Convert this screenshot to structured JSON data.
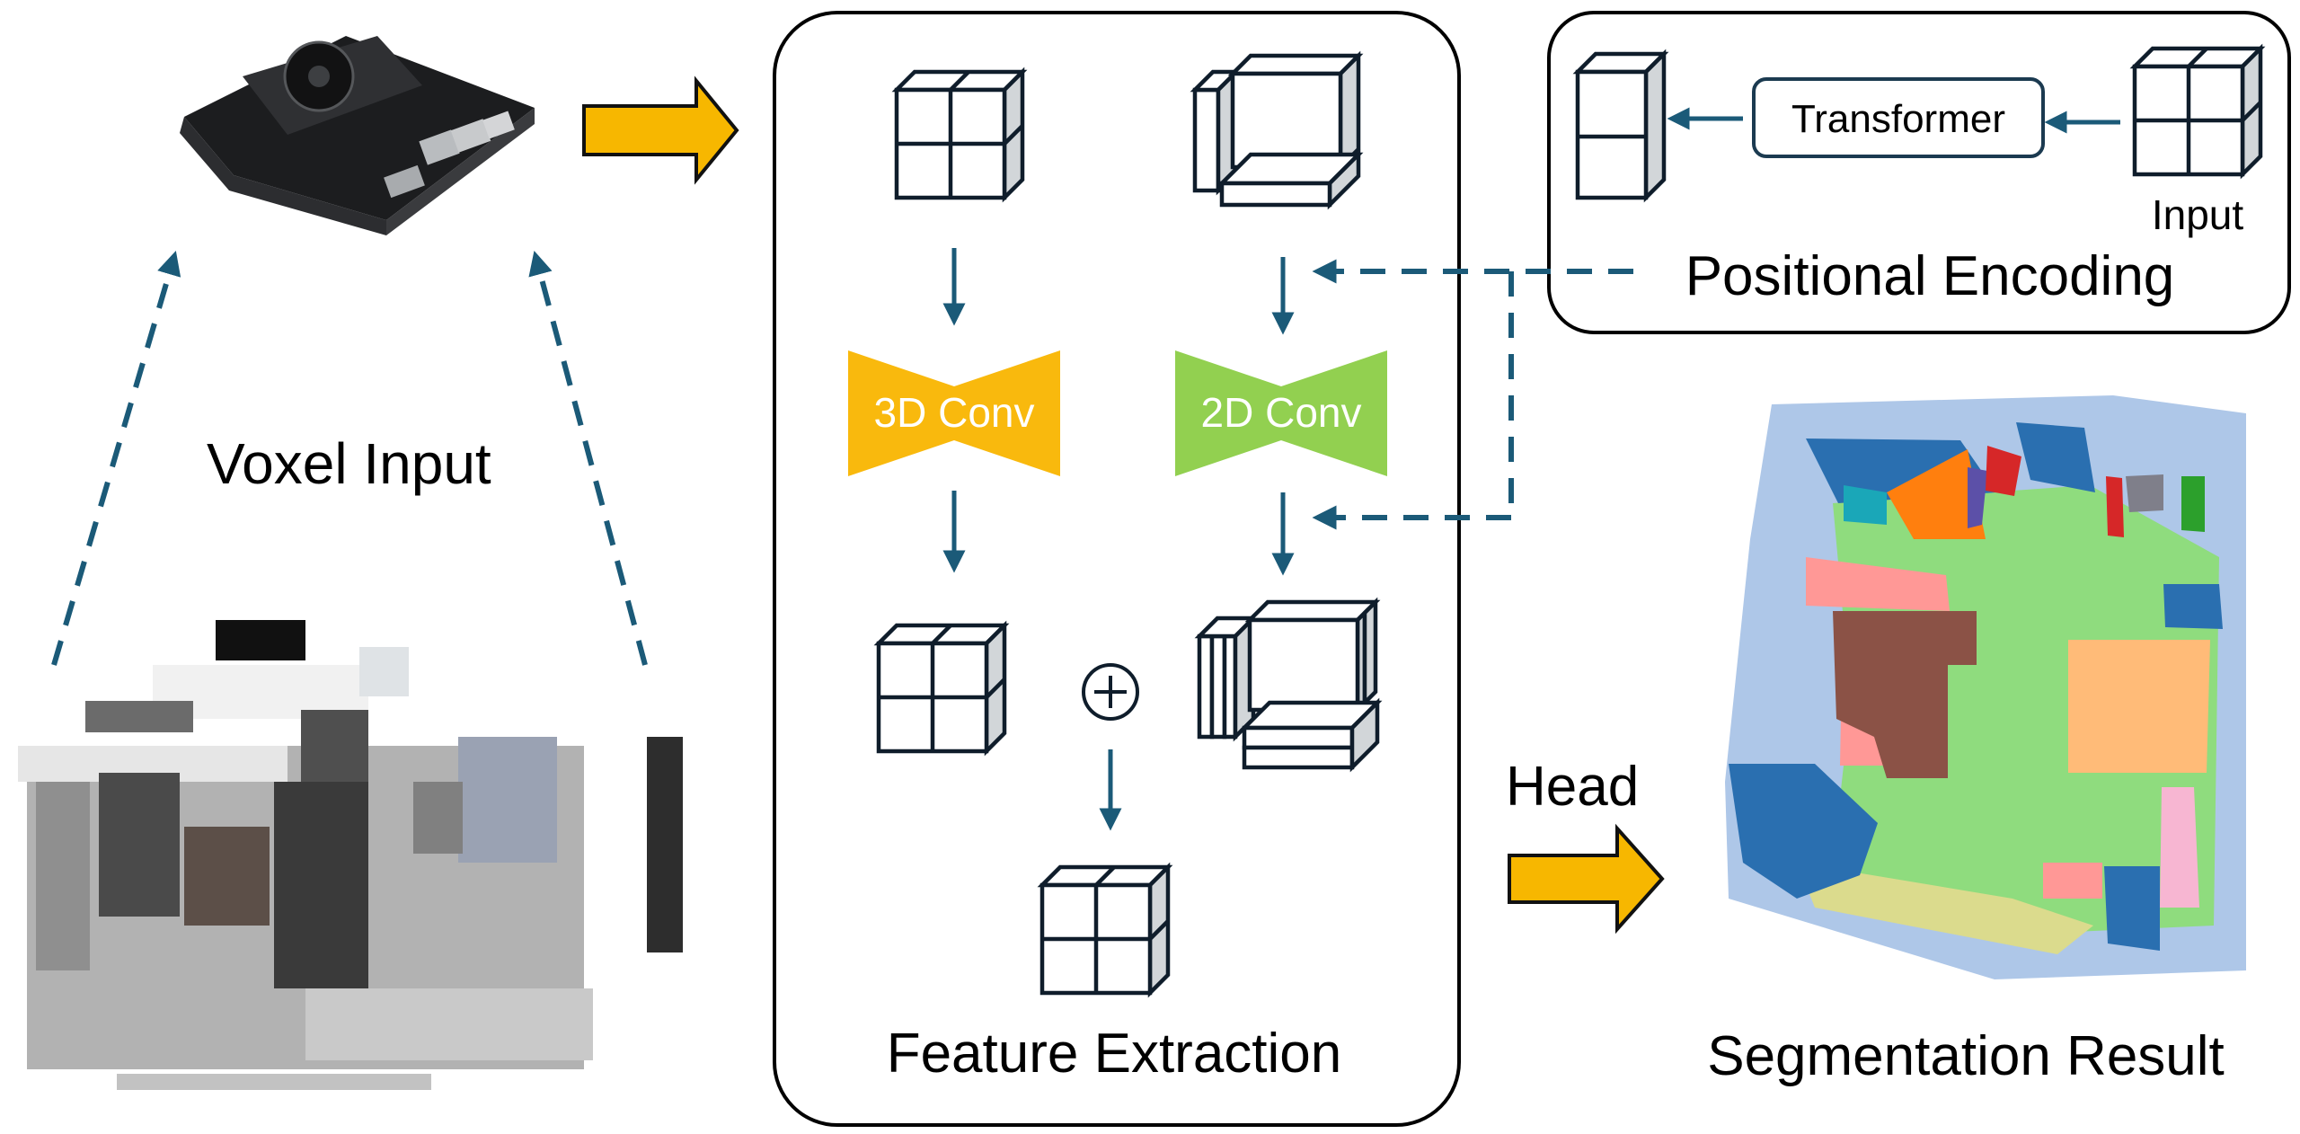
{
  "labels": {
    "voxel_input": "Voxel Input",
    "feature_extraction": "Feature Extraction",
    "conv3d": "3D Conv",
    "conv2d": "2D Conv",
    "transformer": "Transformer",
    "input": "Input",
    "positional_encoding": "Positional Encoding",
    "head": "Head",
    "segmentation_result": "Segmentation Result",
    "plus": "+"
  },
  "colors": {
    "accent_arrow": "#f7b700",
    "conv3d": "#f9b90d",
    "conv2d": "#92d050",
    "flow_arrow": "#1b5a78",
    "seg_floor": "#8fdc7e",
    "seg_wall": "#aec7e8",
    "seg_blue": "#2a6fb0",
    "seg_brown": "#8b5246",
    "seg_pink": "#ff9896",
    "seg_peach": "#ffbb78",
    "seg_orange": "#ff7f0e",
    "seg_red": "#d62728",
    "seg_purple": "#5c50a8",
    "seg_green": "#2ca02c",
    "seg_olive": "#dbdb8d",
    "seg_lightpink": "#f7b6d2"
  },
  "icons": [
    "edge-device-board-image",
    "voxel-scene-image",
    "segmentation-map-image"
  ]
}
